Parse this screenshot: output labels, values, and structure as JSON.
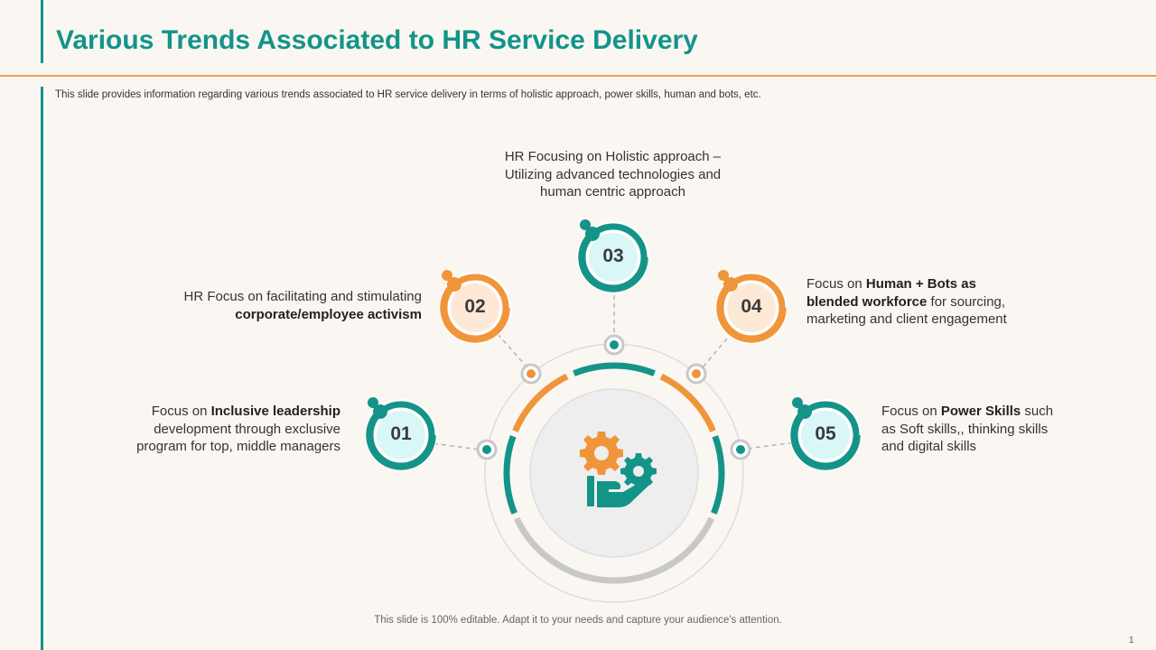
{
  "title": "Various Trends Associated to HR Service Delivery",
  "subtitle": "This slide provides information regarding various trends associated to HR service delivery in terms of holistic approach, power skills, human and bots, etc.",
  "footer": "This slide is 100% editable. Adapt it to your needs and capture your audience's attention.",
  "page_number": "1",
  "colors": {
    "teal": "#149489",
    "orange": "#f0953a",
    "gray": "#c8c8c8",
    "background": "#faf7f2"
  },
  "center_icon": "hand-with-gears-icon",
  "items": [
    {
      "number": "01",
      "color": "teal",
      "lines": [
        {
          "pre": "Focus on ",
          "bold": "Inclusive leadership",
          "post": ""
        },
        {
          "pre": "development through exclusive",
          "bold": "",
          "post": ""
        },
        {
          "pre": "program for top, middle managers",
          "bold": "",
          "post": ""
        }
      ]
    },
    {
      "number": "02",
      "color": "orange",
      "lines": [
        {
          "pre": "HR Focus on facilitating and stimulating",
          "bold": "",
          "post": ""
        },
        {
          "pre": "",
          "bold": "corporate/employee activism",
          "post": ""
        }
      ]
    },
    {
      "number": "03",
      "color": "teal",
      "lines": [
        {
          "pre": "HR Focusing on Holistic approach –",
          "bold": "",
          "post": ""
        },
        {
          "pre": "Utilizing advanced technologies and",
          "bold": "",
          "post": ""
        },
        {
          "pre": "human centric approach",
          "bold": "",
          "post": ""
        }
      ]
    },
    {
      "number": "04",
      "color": "orange",
      "lines": [
        {
          "pre": "Focus on ",
          "bold": "Human + Bots as",
          "post": ""
        },
        {
          "pre": "",
          "bold": "blended workforce",
          "post": " for sourcing,"
        },
        {
          "pre": "marketing and client engagement",
          "bold": "",
          "post": ""
        }
      ]
    },
    {
      "number": "05",
      "color": "teal",
      "lines": [
        {
          "pre": "Focus on ",
          "bold": "Power Skills",
          "post": " such"
        },
        {
          "pre": "as Soft skills,, thinking skills",
          "bold": "",
          "post": ""
        },
        {
          "pre": "and digital skills",
          "bold": "",
          "post": ""
        }
      ]
    }
  ]
}
